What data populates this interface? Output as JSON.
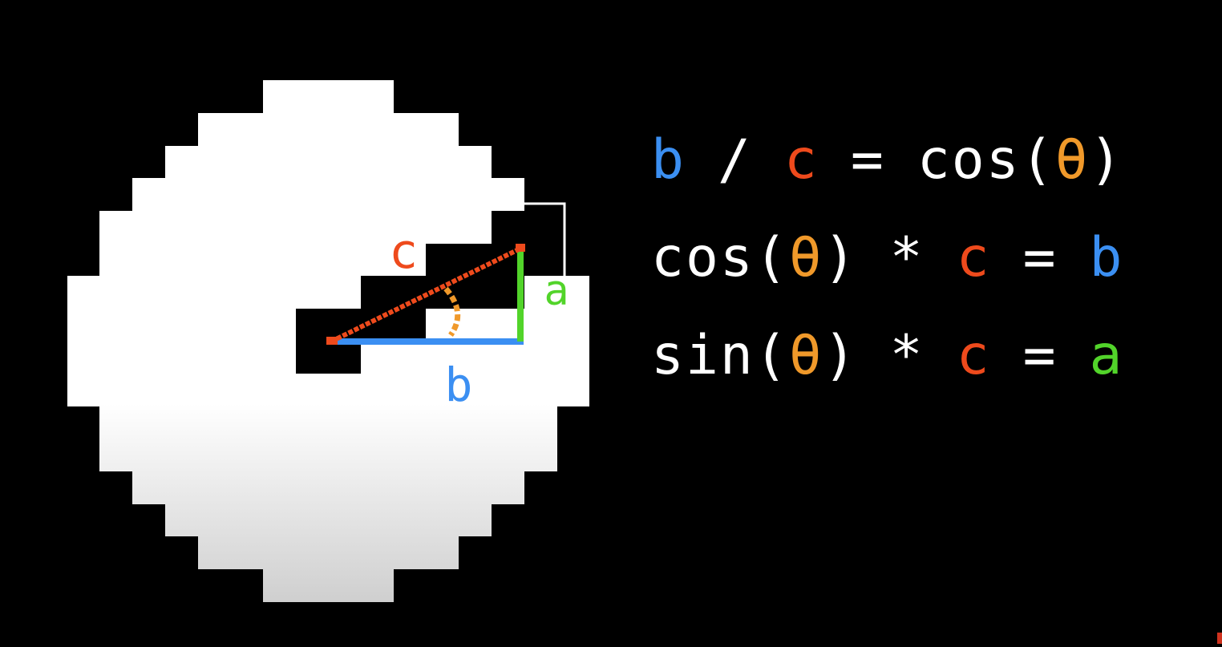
{
  "diagram": {
    "labels": {
      "hyp": "c",
      "opp": "a",
      "adj": "b"
    },
    "colors": {
      "hyp": "#ee4a1c",
      "opp": "#52d42a",
      "adj": "#3b8ff2",
      "angle": "#f0992a",
      "disc": "#ffffff",
      "background": "#000000"
    }
  },
  "equations": [
    [
      {
        "text": "b",
        "color": "blue"
      },
      {
        "text": "/",
        "color": "white"
      },
      {
        "text": "c",
        "color": "red"
      },
      {
        "text": "=",
        "color": "white"
      },
      {
        "text": "cos(",
        "color": "white"
      },
      {
        "text": "θ",
        "color": "orange"
      },
      {
        "text": ")",
        "color": "white"
      }
    ],
    [
      {
        "text": "cos(",
        "color": "white"
      },
      {
        "text": "θ",
        "color": "orange"
      },
      {
        "text": ")",
        "color": "white"
      },
      {
        "text": "*",
        "color": "white"
      },
      {
        "text": "c",
        "color": "red"
      },
      {
        "text": "=",
        "color": "white"
      },
      {
        "text": "b",
        "color": "blue"
      }
    ],
    [
      {
        "text": "sin(",
        "color": "white"
      },
      {
        "text": "θ",
        "color": "orange"
      },
      {
        "text": ")",
        "color": "white"
      },
      {
        "text": "*",
        "color": "white"
      },
      {
        "text": "c",
        "color": "red"
      },
      {
        "text": "=",
        "color": "white"
      },
      {
        "text": "a",
        "color": "green"
      }
    ]
  ]
}
